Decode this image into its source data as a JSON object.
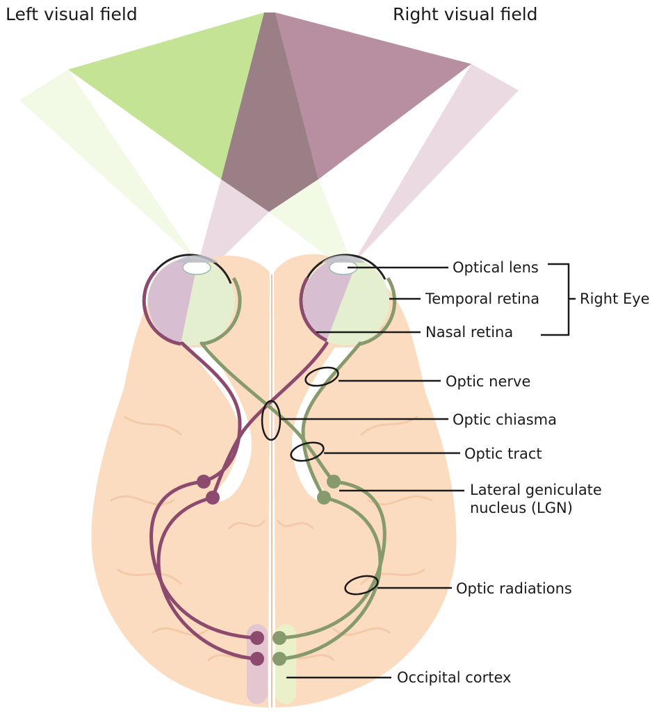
{
  "fields": {
    "left": "Left visual field",
    "right": "Right visual field"
  },
  "labels": {
    "optical_lens": "Optical lens",
    "temporal_retina": "Temporal retina",
    "nasal_retina": "Nasal retina",
    "right_eye": "Right Eye",
    "optic_nerve": "Optic nerve",
    "optic_chiasma": "Optic chiasma",
    "optic_tract": "Optic tract",
    "lgn_line1": "Lateral geniculate",
    "lgn_line2": "nucleus (LGN)",
    "optic_radiations": "Optic radiations",
    "occipital_cortex": "Occipital cortex"
  },
  "colors": {
    "left_field": "#c4e394",
    "left_field_light": "#f2f9e4",
    "right_field": "#b78fa0",
    "right_field_light": "#ecdae2",
    "overlap": "#9b7f86",
    "brain": "#fcdcc0",
    "purple_path": "#8c4a6e",
    "green_path": "#879a6c",
    "eye_purple": "#d7bfd1",
    "eye_green": "#e3efcf"
  }
}
